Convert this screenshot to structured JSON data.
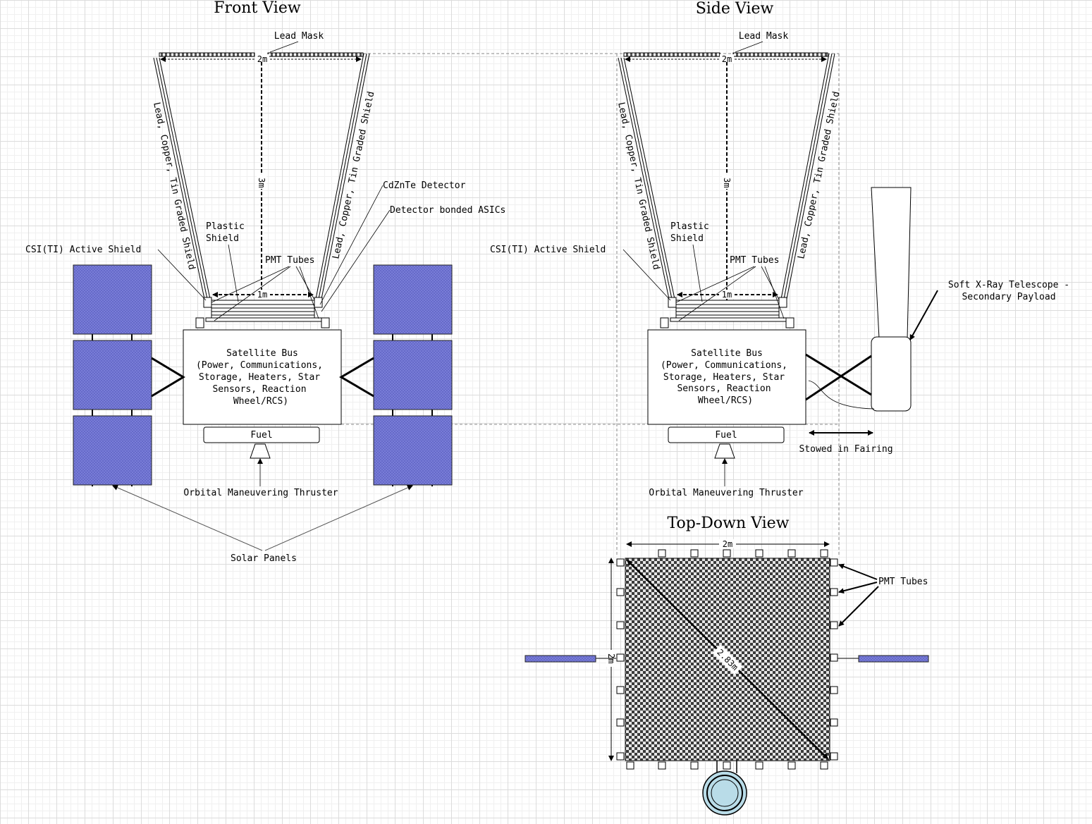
{
  "colors": {
    "panel": "#7b7fd9",
    "panel_dark": "#4c4fb0",
    "grid": "#dcdcdc",
    "tank": "#b9dce8"
  },
  "front": {
    "title": "Front View",
    "lead_mask": "Lead Mask",
    "dim_2m": "2m",
    "dim_3m": "3m",
    "dim_1m": "1m",
    "graded_shield_left": "Lead, Copper, Tin Graded Shield",
    "graded_shield_right": "Lead, Copper, Tin Graded Shield",
    "cdznte": "CdZnTe Detector",
    "asics": "Detector bonded ASICs",
    "plastic_shield_1": "Plastic",
    "plastic_shield_2": "Shield",
    "csi": "CSI(TI) Active Shield",
    "pmt": "PMT Tubes",
    "bus_lines": [
      "Satellite Bus",
      "(Power, Communications,",
      "Storage, Heaters, Star",
      "Sensors, Reaction",
      "Wheel/RCS)"
    ],
    "fuel": "Fuel",
    "thruster": "Orbital Maneuvering Thruster",
    "solar": "Solar Panels"
  },
  "side": {
    "title": "Side View",
    "lead_mask": "Lead Mask",
    "dim_2m": "2m",
    "dim_3m": "3m",
    "dim_1m": "1m",
    "graded_shield_left": "Lead, Copper, Tin Graded Shield",
    "graded_shield_right": "Lead, Copper, Tin Graded Shield",
    "plastic_shield_1": "Plastic",
    "plastic_shield_2": "Shield",
    "csi": "CSI(TI) Active Shield",
    "pmt": "PMT Tubes",
    "bus_lines": [
      "Satellite Bus",
      "(Power, Communications,",
      "Storage, Heaters, Star",
      "Sensors, Reaction",
      "Wheel/RCS)"
    ],
    "fuel": "Fuel",
    "thruster": "Orbital Maneuvering Thruster",
    "xray_1": "Soft X-Ray Telescope -",
    "xray_2": "Secondary Payload",
    "stowed": "Stowed in Fairing"
  },
  "top": {
    "title": "Top-Down View",
    "dim_2m_h": "2m",
    "dim_2m_v": "2m",
    "diag": "2.83m",
    "pmt": "PMT Tubes"
  }
}
